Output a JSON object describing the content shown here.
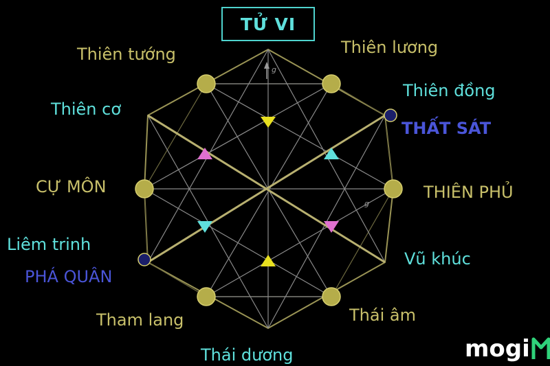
{
  "title": "TỬ VI",
  "stars": {
    "thien_tuong": "Thiên tướng",
    "thien_luong": "Thiên lương",
    "thien_dong": "Thiên đồng",
    "that_sat": "THẤT SÁT",
    "thien_co": "Thiên cơ",
    "cu_mon": "CỰ MÔN",
    "thien_phu": "THIÊN PHỦ",
    "liem_trinh": "Liêm trinh",
    "pha_quan": "PHÁ QUÂN",
    "vu_khuc": "Vũ khúc",
    "tham_lang": "Tham lang",
    "thai_am": "Thái âm",
    "thai_duong": "Thái dương"
  },
  "axis_markers": {
    "top": "g",
    "right": "g"
  },
  "brand": {
    "logo_text": "mogi",
    "logo_mark_color": "#2fd27a"
  },
  "colors": {
    "background": "#000000",
    "olive": "#c8c06a",
    "cyan": "#5fe0dc",
    "blue": "#4a55d8",
    "magenta": "#e070d0",
    "yellow": "#e8e020",
    "line": "#8a8a4a"
  }
}
